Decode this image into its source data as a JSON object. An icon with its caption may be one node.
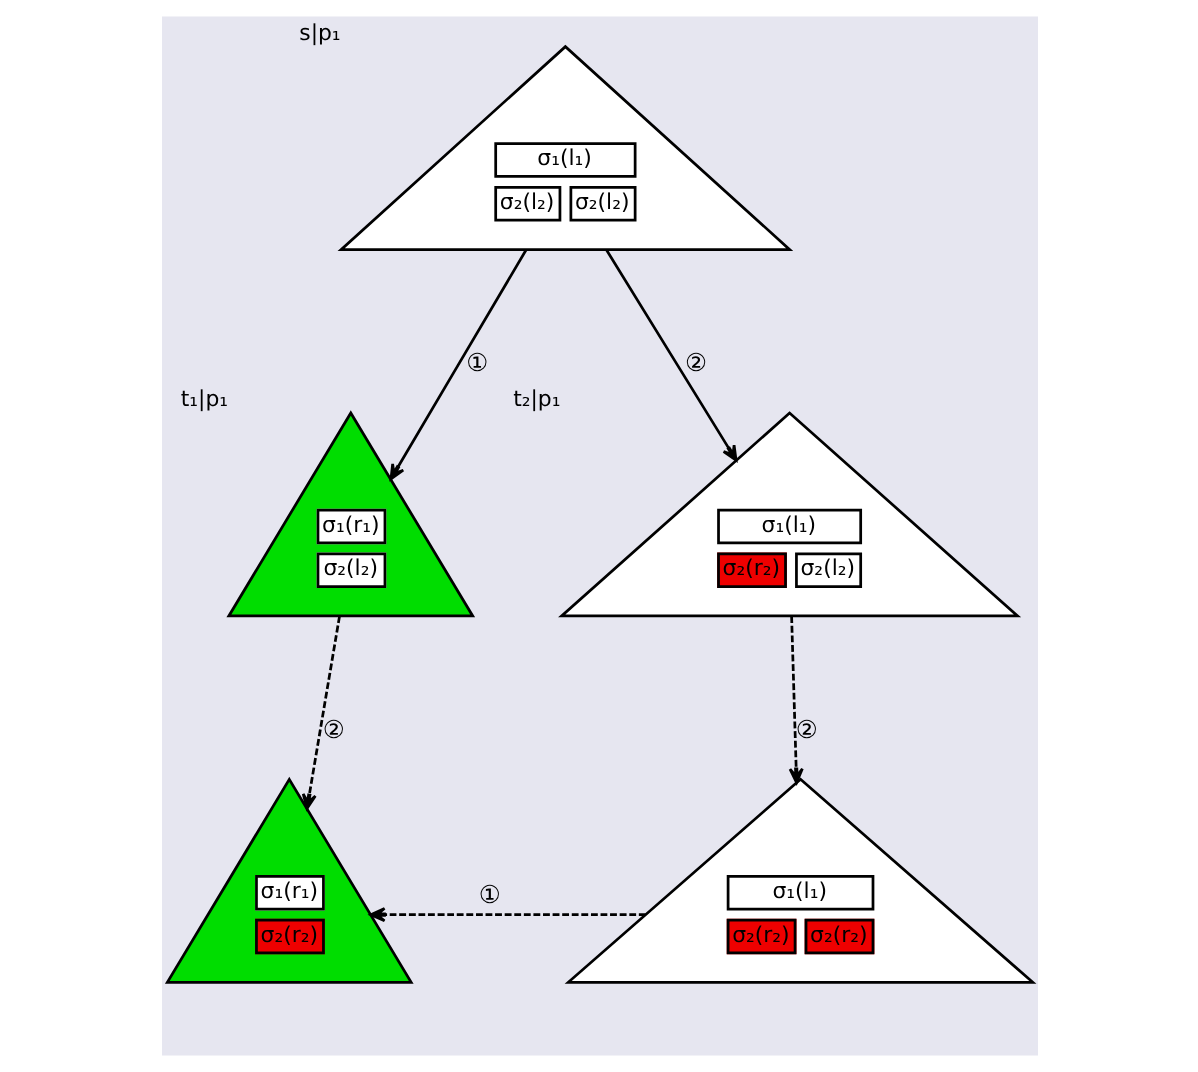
{
  "diagram": {
    "nodes": [
      {
        "text": [
          "σ₁(l₁)",
          "σ₂(l₂)",
          "σ₂(l₂)"
        ],
        "beside": [
          "s|p₁"
        ]
      },
      {
        "text": [
          "σ₁(r₁)",
          "σ₂(l₂)"
        ],
        "beside": [
          "t₁|p₁"
        ]
      },
      {
        "text": [
          "σ₁(l₁)",
          "σ₂(r₂)",
          "σ₂(l₂)"
        ],
        "beside": [
          "t₂|p₁"
        ]
      },
      {
        "text": [
          "σ₁(r₁)",
          "σ₂(r₂)"
        ]
      },
      {
        "text": [
          "σ₁(l₁)",
          "σ₂(r₂)",
          "σ₂(r₂)"
        ]
      }
    ],
    "edges": [
      {
        "from": 0,
        "to": 1,
        "arrow": "to",
        "label": "①"
      },
      {
        "from": 0,
        "to": 2,
        "arrow": "to",
        "label": "②"
      },
      {
        "from": 1,
        "to": 3,
        "arrow": "to",
        "label": "②",
        "style": "dashed"
      },
      {
        "from": 2,
        "to": 4,
        "arrow": "to",
        "label": "②",
        "style": "dashed"
      },
      {
        "from": 4,
        "to": 3,
        "arrow": "to",
        "label": "①",
        "style": "dashed"
      }
    ]
  }
}
